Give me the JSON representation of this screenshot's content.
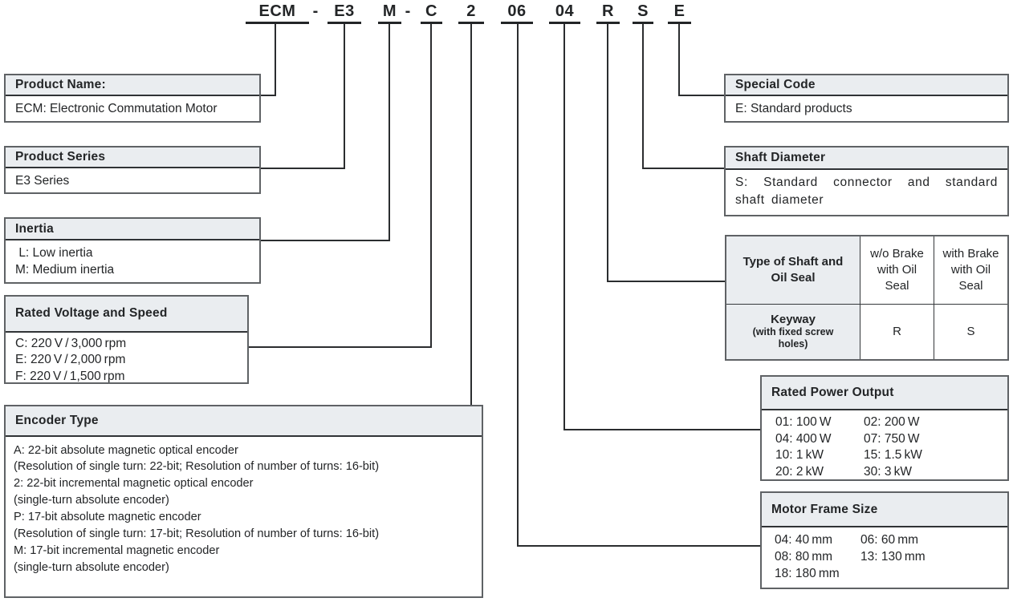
{
  "code": {
    "parts": [
      "ECM",
      "-",
      "E3",
      "M",
      "-",
      "C",
      "2",
      "06",
      "04",
      "R",
      "S",
      "E"
    ]
  },
  "boxes": {
    "product_name": {
      "title": "Product Name:",
      "lines": [
        "ECM: Electronic Commutation Motor"
      ]
    },
    "product_series": {
      "title": "Product Series",
      "lines": [
        "E3 Series"
      ]
    },
    "inertia": {
      "title": "Inertia",
      "lines": [
        " L: Low inertia",
        "M: Medium inertia"
      ]
    },
    "rated_voltage": {
      "title": "Rated Voltage and Speed",
      "lines": [
        "C: 220 V / 3,000 rpm",
        "E: 220 V / 2,000 rpm",
        "F: 220 V / 1,500 rpm"
      ]
    },
    "encoder": {
      "title": "Encoder Type",
      "lines": [
        "A: 22-bit absolute magnetic optical encoder",
        "(Resolution of single turn: 22-bit; Resolution of number of turns: 16-bit)",
        "2: 22-bit incremental magnetic optical encoder",
        "(single-turn absolute encoder)",
        "P: 17-bit absolute magnetic encoder",
        "(Resolution of single turn: 17-bit; Resolution of number of turns: 16-bit)",
        "M: 17-bit incremental magnetic encoder",
        "(single-turn absolute encoder)"
      ]
    },
    "special_code": {
      "title": "Special Code",
      "lines": [
        "E: Standard products"
      ]
    },
    "shaft_diameter": {
      "title": "Shaft Diameter",
      "lines": [
        "S: Standard connector and standard shaft diameter"
      ]
    },
    "shaft_table": {
      "corner": "Type of Shaft and Oil Seal",
      "cols": [
        "w/o Brake with Oil Seal",
        "with Brake with Oil Seal"
      ],
      "row_label": "Keyway",
      "row_sublabel": "(with fixed screw holes)",
      "values": [
        "R",
        "S"
      ]
    },
    "rated_power": {
      "title": "Rated Power Output",
      "items": [
        "01: 100 W",
        "02: 200 W",
        "04: 400 W",
        "07: 750 W",
        "10: 1 kW",
        "15: 1.5 kW",
        "20: 2 kW",
        "30: 3 kW"
      ]
    },
    "motor_frame": {
      "title": "Motor Frame Size",
      "items": [
        "04: 40 mm",
        "06: 60 mm",
        "08: 80 mm",
        "13: 130 mm",
        "18: 180 mm"
      ]
    }
  },
  "colors": {
    "header_bg": "#eaedf0",
    "box_border": "#5f6265",
    "header_divider": "#303336",
    "connector_line": "#2b2d2f",
    "text": "#232527"
  }
}
